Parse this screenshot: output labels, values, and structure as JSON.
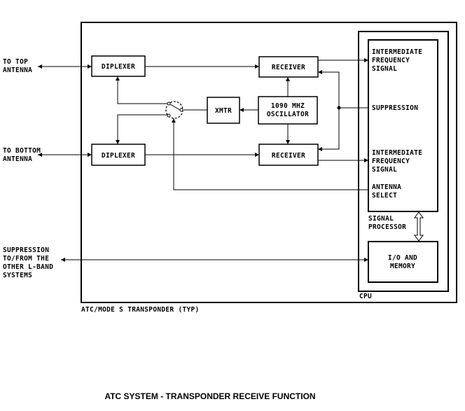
{
  "external": {
    "top_antenna": [
      "TO TOP",
      "ANTENNA"
    ],
    "bottom_antenna": [
      "TO BOTTOM",
      "ANTENNA"
    ],
    "suppression": [
      "SUPPRESSION",
      "TO/FROM THE",
      "OTHER L-BAND",
      "SYSTEMS"
    ]
  },
  "blocks": {
    "diplexer_top": "DIPLEXER",
    "diplexer_bottom": "DIPLEXER",
    "receiver_top": "RECEIVER",
    "receiver_bottom": "RECEIVER",
    "xmtr": "XMTR",
    "oscillator": [
      "1090 MHZ",
      "OSCILLATOR"
    ],
    "io_memory": [
      "I/O AND",
      "MEMORY"
    ]
  },
  "signals": {
    "if_top": [
      "INTERMEDIATE",
      "FREQUENCY",
      "SIGNAL"
    ],
    "suppression": "SUPPRESSION",
    "if_bottom": [
      "INTERMEDIATE",
      "FREQUENCY",
      "SIGNAL"
    ],
    "antenna_select": [
      "ANTENNA",
      "SELECT"
    ],
    "signal_processor": [
      "SIGNAL",
      "PROCESSOR"
    ]
  },
  "labels": {
    "cpu": "CPU",
    "transponder": "ATC/MODE S TRANSPONDER (TYP)"
  },
  "caption": "ATC SYSTEM - TRANSPONDER RECEIVE FUNCTION"
}
